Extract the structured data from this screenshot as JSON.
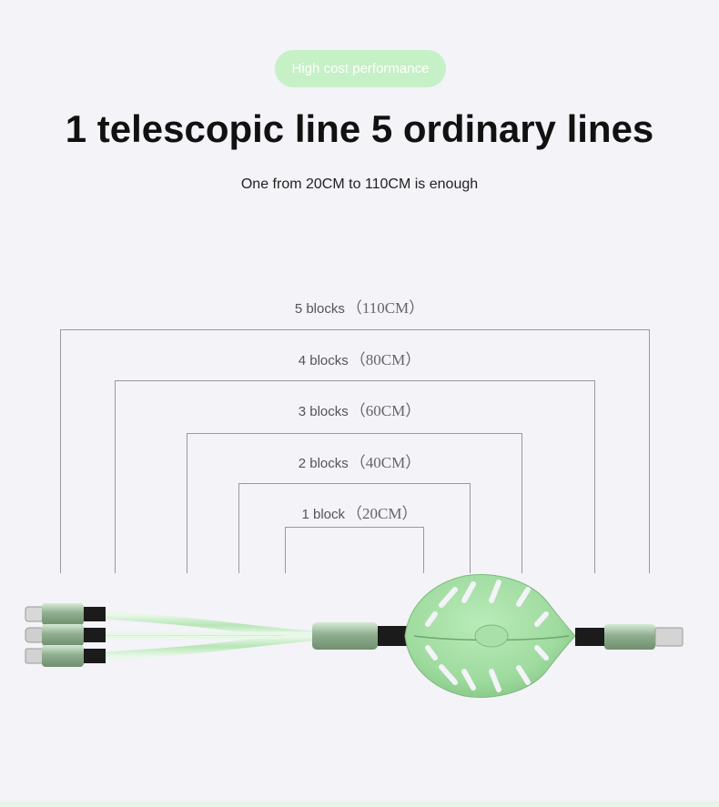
{
  "badge": "High cost performance",
  "headline": "1 telescopic line 5 ordinary lines",
  "subline": "One from 20CM to 110CM is enough",
  "length_levels": [
    {
      "count_label": "5 blocks",
      "length_label": "（110CM）"
    },
    {
      "count_label": "4 blocks",
      "length_label": "（80CM）"
    },
    {
      "count_label": "3 blocks",
      "length_label": "（60CM）"
    },
    {
      "count_label": "2 blocks",
      "length_label": "（40CM）"
    },
    {
      "count_label": "1 block",
      "length_label": "（20CM）"
    }
  ],
  "colors": {
    "accent_green": "#9fdb9f",
    "badge_bg": "#c6f0c6",
    "connector_metal": "#8fae8f",
    "background": "#f3f3f8"
  }
}
